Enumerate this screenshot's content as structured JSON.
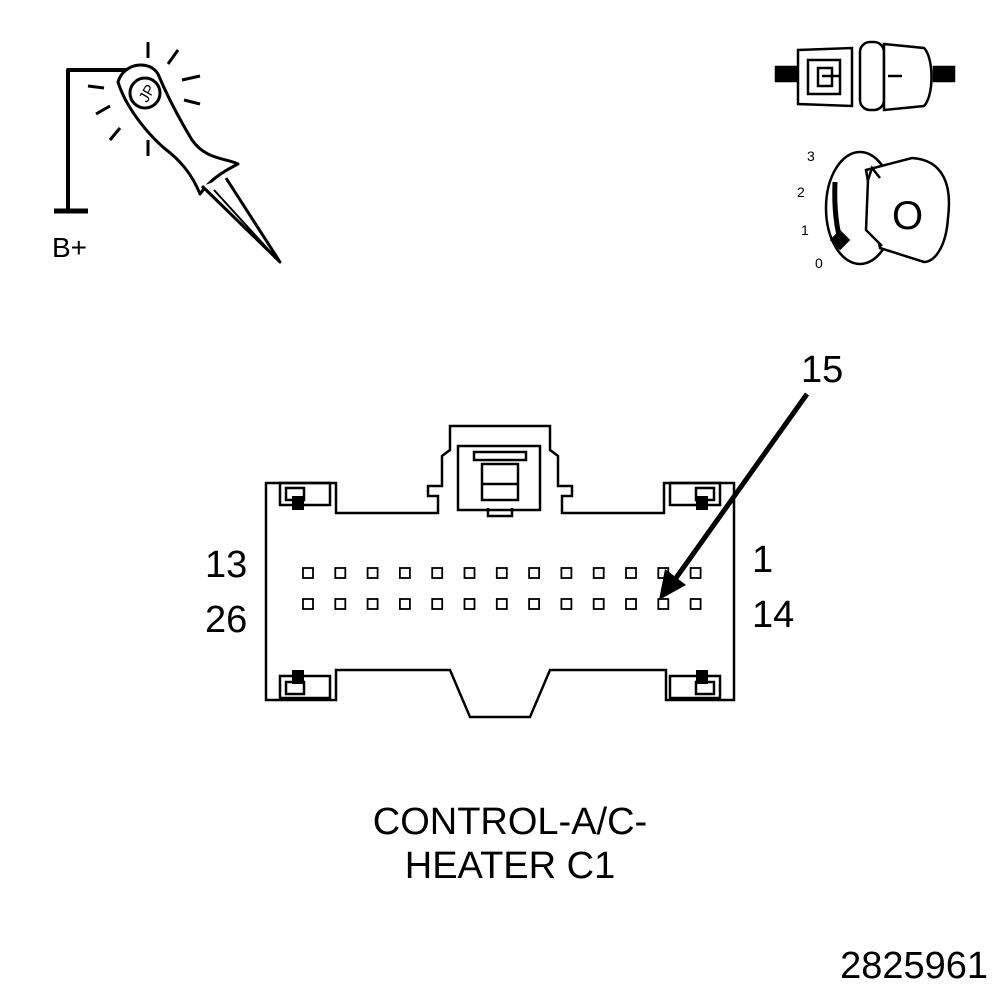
{
  "connector": {
    "name_line1": "CONTROL-A/C-",
    "name_line2": "HEATER C1",
    "highlighted_pin": "15",
    "corner_labels": {
      "top_left": "13",
      "bottom_left": "26",
      "top_right": "1",
      "bottom_right": "14"
    },
    "pins_per_row": 13,
    "rows": 2
  },
  "test_light": {
    "supply_label": "B+",
    "icon": "test-light-probe-icon"
  },
  "ignition_switch": {
    "positions": [
      "3",
      "2",
      "1",
      "0"
    ],
    "key_text": "O",
    "icon": "ignition-key-icon"
  },
  "disconnect": {
    "icon": "disconnected-connector-icon"
  },
  "figure_number": "2825961",
  "colors": {
    "line": "#000000",
    "background": "#ffffff"
  }
}
